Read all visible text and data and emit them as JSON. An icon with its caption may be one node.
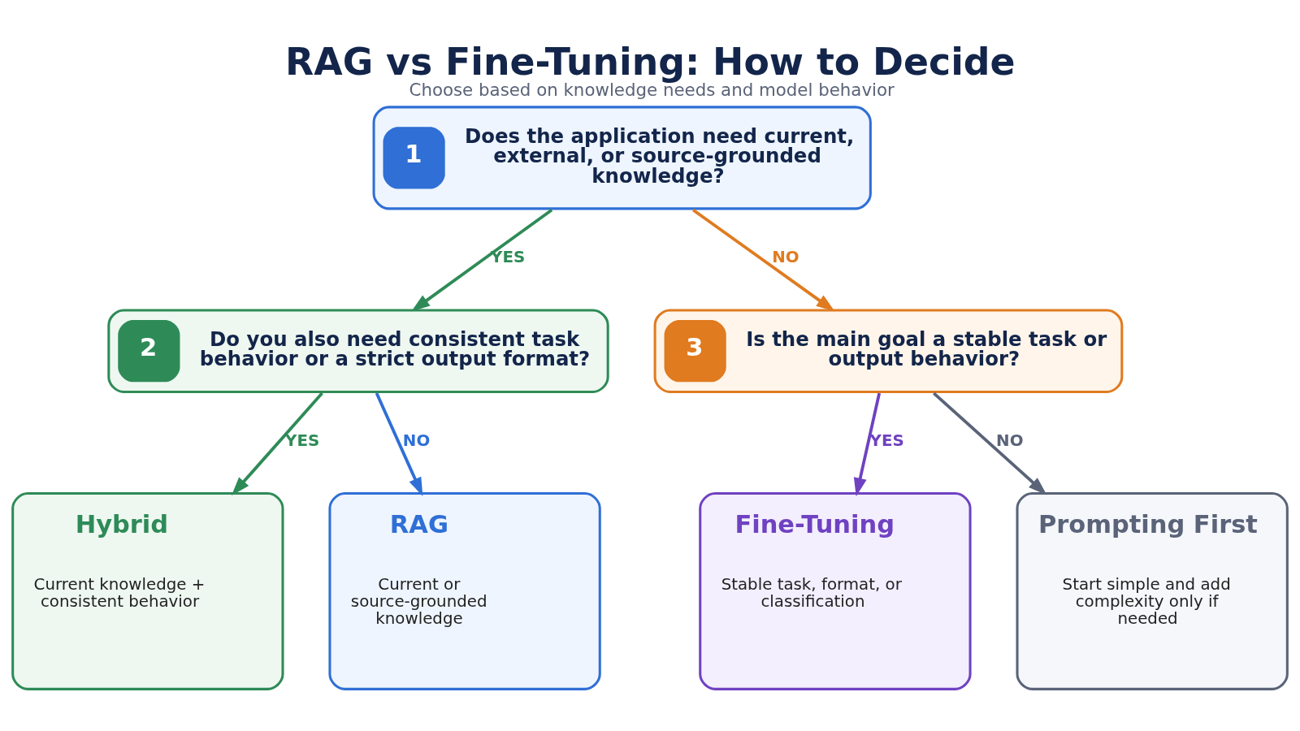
{
  "diagram": {
    "title": "RAG vs Fine-Tuning: How to Decide",
    "caption": "Choose based on knowledge needs and model behavior",
    "nodes": [
      {
        "text": [
          "1",
          "Does the application need current, external, or source-grounded knowledge?"
        ]
      },
      {
        "text": [
          "2",
          "Do you also need consistent task behavior or a strict output format?"
        ]
      },
      {
        "text": [
          "3",
          "Is the main goal a stable task or output behavior?"
        ]
      },
      {
        "text": [
          "Hybrid",
          "Current knowledge + consistent behavior"
        ]
      },
      {
        "text": [
          "RAG",
          "Current or source-grounded knowledge"
        ]
      },
      {
        "text": [
          "Fine-Tuning",
          "Stable task, format, or classification"
        ]
      },
      {
        "text": [
          "Prompting First",
          "Start simple and add complexity only if needed"
        ]
      }
    ],
    "edges": [
      {
        "from": 0,
        "to": 1,
        "arrow": "to",
        "label": "YES",
        "color": "#2e8b57"
      },
      {
        "from": 0,
        "to": 2,
        "arrow": "to",
        "label": "NO",
        "color": "#e07b20"
      },
      {
        "from": 1,
        "to": 3,
        "arrow": "to",
        "label": "YES",
        "color": "#2e8b57"
      },
      {
        "from": 1,
        "to": 4,
        "arrow": "to",
        "label": "NO",
        "color": "#2f6fd6"
      },
      {
        "from": 2,
        "to": 5,
        "arrow": "to",
        "label": "YES",
        "color": "#6f42c1"
      },
      {
        "from": 2,
        "to": 6,
        "arrow": "to",
        "label": "NO",
        "color": "#5a6378"
      }
    ]
  }
}
